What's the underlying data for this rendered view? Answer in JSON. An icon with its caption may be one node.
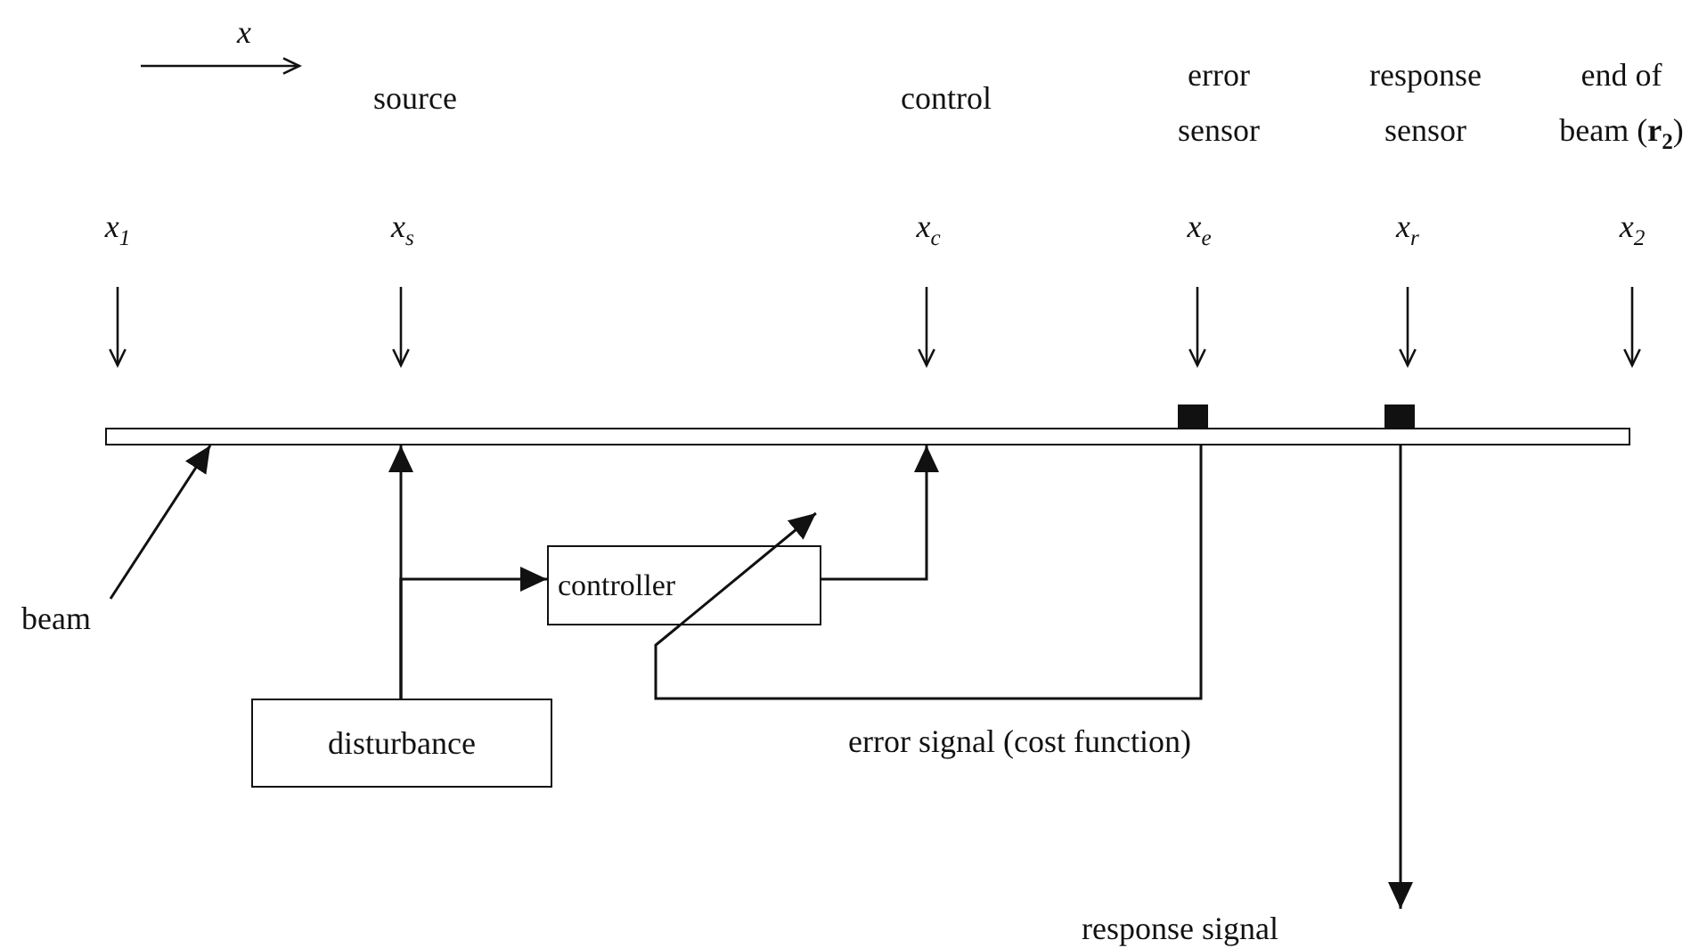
{
  "diagram": {
    "nodes": [
      {
        "text": [],
        "shape": "bar"
      },
      {
        "text": [],
        "shape": "box"
      },
      {
        "text": [],
        "shape": "box"
      },
      {
        "text": [
          "controller"
        ]
      },
      {
        "text": [
          "beam"
        ]
      },
      {
        "text": [
          "disturbance"
        ]
      },
      {
        "text": [
          "response signal"
        ]
      }
    ],
    "edges": [
      {
        "from": 4,
        "to": 0,
        "arrow": "to"
      },
      {
        "from": 5,
        "to": 0,
        "arrow": "to"
      },
      {
        "from": 5,
        "to": 3,
        "arrow": "to"
      },
      {
        "from": 3,
        "to": 0,
        "arrow": "to"
      },
      {
        "from": 1,
        "to": 3,
        "arrow": "to",
        "label": "error signal (cost function)"
      },
      {
        "from": 2,
        "to": 6,
        "arrow": "to"
      }
    ],
    "labels": [
      "x",
      "source",
      "control",
      "error sensor",
      "response sensor",
      "end of beam (**r**$_{2}$)",
      "x$_{1}$",
      "x$_{s}$",
      "x$_{c}$",
      "x$_{e}$",
      "x$_{r}$",
      "x$_{2}$"
    ]
  }
}
